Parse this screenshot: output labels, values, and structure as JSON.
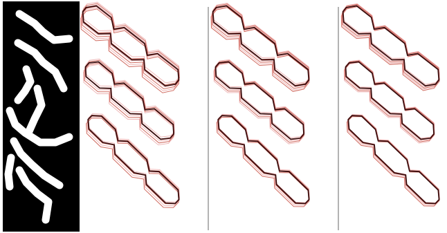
{
  "figure": {
    "panels": [
      {
        "id": "binary-mask",
        "kind": "silhouette",
        "background": "#000000",
        "foreground": "#ffffff"
      },
      {
        "id": "overlay-a",
        "kind": "contour-overlay",
        "colors": {
          "trace": "#c0392b",
          "trace_light": "#e8a0a0",
          "final": "#3a0d0d"
        }
      },
      {
        "id": "overlay-b",
        "kind": "contour-overlay",
        "colors": {
          "trace": "#c0392b",
          "trace_light": "#e8a0a0",
          "final": "#3a0d0d"
        }
      },
      {
        "id": "overlay-c",
        "kind": "contour-overlay",
        "colors": {
          "trace": "#c0392b",
          "trace_light": "#e8a0a0",
          "final": "#3a0d0d"
        }
      }
    ],
    "divider_color": "#9a9a9a"
  }
}
